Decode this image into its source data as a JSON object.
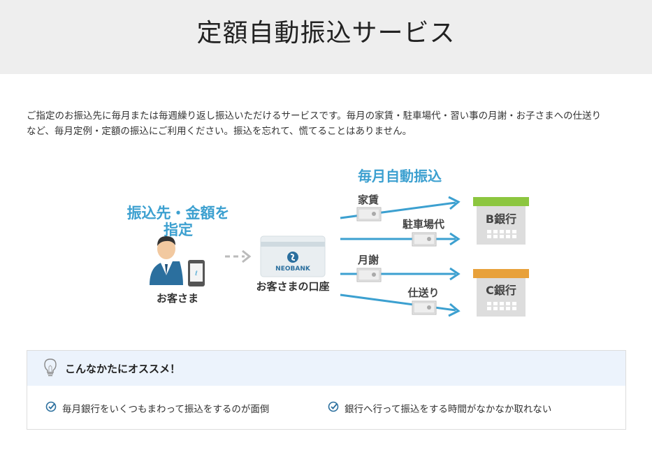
{
  "header": {
    "title": "定額自動振込サービス"
  },
  "description": {
    "line1": "ご指定のお振込先に毎月または毎週繰り返し振込いただけるサービスです。毎月の家賃・駐車場代・習い事の月謝・お子さまへの仕送り",
    "line2": "など、毎月定例・定額の振込にご利用ください。振込を忘れて、慌てることはありません。"
  },
  "diagram": {
    "specify_label_line1": "振込先・金額を",
    "specify_label_line2": "指定",
    "customer_label": "お客さま",
    "account_label": "お客さまの口座",
    "bank_card_logo": "NEOBANK",
    "monthly_label": "毎月自動振込",
    "transfers": [
      "家賃",
      "駐車場代",
      "月謝",
      "仕送り"
    ],
    "banks": [
      {
        "name": "B銀行",
        "color": "#8cc63f"
      },
      {
        "name": "C銀行",
        "color": "#e8a13a"
      }
    ],
    "colors": {
      "accent_blue": "#3ca0d0",
      "arrow_gray": "#bbbbbb"
    }
  },
  "recommend": {
    "title": "こんなかたにオススメ！",
    "items": [
      "毎月銀行をいくつもまわって振込をするのが面倒",
      "銀行へ行って振込をする時間がなかなか取れない"
    ]
  }
}
